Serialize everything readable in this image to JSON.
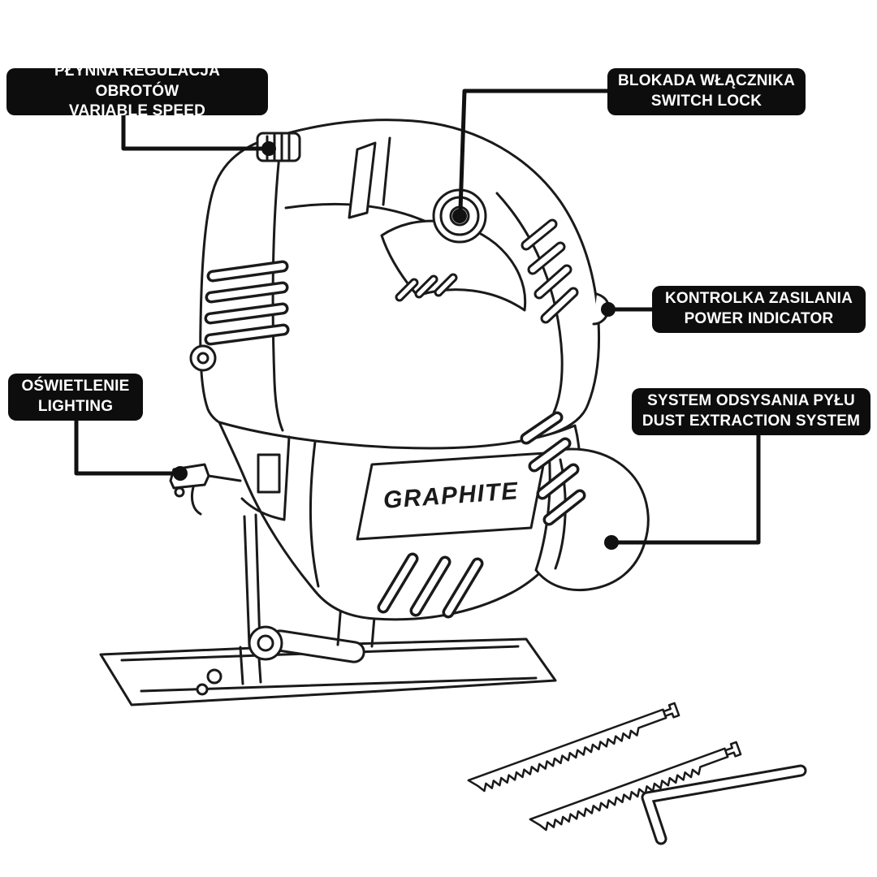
{
  "diagram": {
    "brand": "GRAPHITE",
    "callouts": [
      {
        "id": "variable-speed",
        "line1": "PŁYNNA REGULACJA OBROTÓW",
        "line2": "VARIABLE SPEED"
      },
      {
        "id": "switch-lock",
        "line1": "BLOKADA WŁĄCZNIKA",
        "line2": "SWITCH LOCK"
      },
      {
        "id": "power-indicator",
        "line1": "KONTROLKA ZASILANIA",
        "line2": "POWER INDICATOR"
      },
      {
        "id": "dust-extraction",
        "line1": "SYSTEM ODSYSANIA PYŁU",
        "line2": "DUST EXTRACTION SYSTEM"
      },
      {
        "id": "lighting",
        "line1": "OŚWIETLENIE",
        "line2": "LIGHTING"
      }
    ],
    "colors": {
      "label_background": "#0d0d0d",
      "label_text": "#ffffff",
      "line_art": "#1a1a1a",
      "background": "#ffffff"
    }
  }
}
